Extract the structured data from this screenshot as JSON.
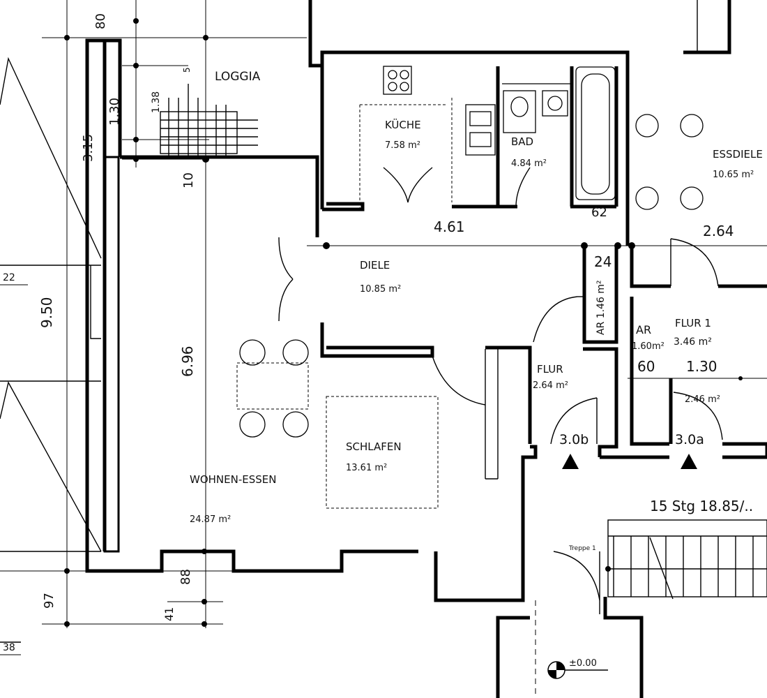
{
  "rooms": {
    "loggia": {
      "name": "LOGGIA"
    },
    "kueche": {
      "name": "KÜCHE",
      "area": "7.58 m²"
    },
    "bad": {
      "name": "BAD",
      "area": "4.84 m²"
    },
    "essdiele": {
      "name": "ESSDIELE",
      "area": "10.65 m²"
    },
    "diele": {
      "name": "DIELE",
      "area": "10.85 m²"
    },
    "ar_small": {
      "label": "AR 1.46 m²"
    },
    "ar_right": {
      "name": "AR",
      "area": "1.60m²"
    },
    "flur1": {
      "name": "FLUR 1",
      "area": "3.46 m²"
    },
    "flur": {
      "name": "FLUR",
      "area": "2.64 m²"
    },
    "flur_right": {
      "area": "2.46 m²"
    },
    "schlafen": {
      "name": "SCHLAFEN",
      "area": "13.61 m²"
    },
    "wohnen": {
      "name": "WOHNEN-ESSEN",
      "area": "24.87 m²"
    }
  },
  "units": {
    "a": "3.0b",
    "b": "3.0a"
  },
  "stairs": {
    "label": "15 Stg 18.85/..",
    "small_label": "Treppe 1"
  },
  "level": {
    "value": "±0.00"
  },
  "dimensions": {
    "d80": "80",
    "d130": "1.30",
    "d315": "3.15",
    "d138": "1.38",
    "d5": "5",
    "d10": "10",
    "d950": "9.50",
    "d6965": "6.96",
    "d4615": "4.61",
    "d62": "62",
    "d2645": "2.64",
    "d24": "24",
    "d60": "60",
    "d130b": "1.30",
    "d97": "97",
    "d88": "88",
    "d41": "41",
    "d38": "38",
    "d22": "22"
  }
}
